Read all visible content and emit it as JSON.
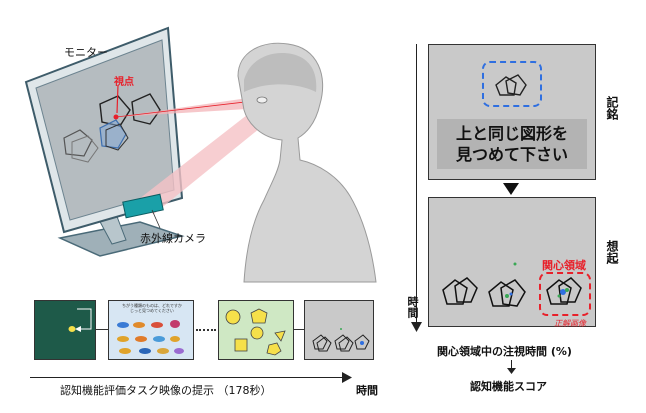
{
  "left_scene": {
    "monitor_label": "モニター",
    "gaze_point_label": "視点",
    "camera_label": "赤外線カメラ"
  },
  "timeline": {
    "caption": "認知機能評価タスク映像の提示 （178秒）",
    "time_label": "時間",
    "thumb2_text": "ちがう種類のものは、どれですか\nじっと見つめてください"
  },
  "right_panel": {
    "memorize_label": "記銘",
    "instruction_line1": "上と同じ図形を",
    "instruction_line2": "見つめて下さい",
    "recall_label": "想起",
    "roi_label": "関心領域",
    "correct_label": "正解画像",
    "time_axis_label": "時間",
    "metric_label": "関心領域中の注視時間 (%)",
    "score_label": "認知機能スコア"
  },
  "colors": {
    "monitor_screen": "#b5bcc0",
    "panel_gray": "#c9c9c9",
    "highlight_red": "#e8202a",
    "dashed_blue": "#2f6fe0",
    "green_dark": "#1e5a49",
    "green_light": "#cfe8c4",
    "shape_yellow": "#f6e04a",
    "camera_teal": "#1aa0a8"
  }
}
